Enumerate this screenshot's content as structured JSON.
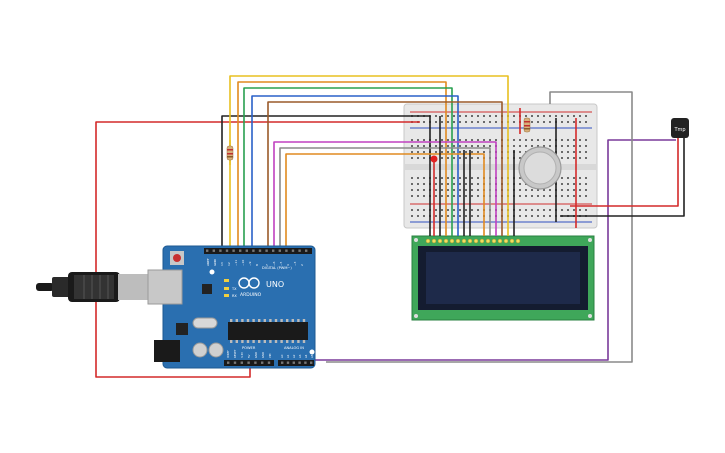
{
  "arduino": {
    "logo_text": "ARDUINO",
    "model": "UNO",
    "digital_label": "DIGITAL (PWM~)",
    "power_label": "POWER",
    "analog_label": "ANALOG IN",
    "aref_label": "AREF",
    "gnd_label": "GND",
    "tx_label": "TX",
    "rx_label": "RX",
    "pin_13": "13",
    "pin_12": "12",
    "pin_11": "~11",
    "pin_10": "~10",
    "pin_9": "~9",
    "pin_8": "8",
    "pin_7": "7",
    "pin_6": "~6",
    "pin_5": "~5",
    "pin_4": "4",
    "pin_3": "~3",
    "pin_2": "2",
    "power_pins": [
      "IOREF",
      "RESET",
      "3.3V",
      "5V",
      "GND",
      "GND",
      "VIN"
    ],
    "analog_pins": [
      "A0",
      "A1",
      "A2",
      "A3",
      "A4",
      "A5"
    ]
  },
  "sensor": {
    "label": "Tmp"
  },
  "colors": {
    "board_blue": "#2a6fb0",
    "breadboard": "#e8e8e8",
    "lcd_green": "#3fa75a",
    "lcd_screen": "#1e2a4a",
    "wire_red": "#d42a2a",
    "wire_black": "#222222",
    "wire_yellow": "#e8c020",
    "wire_orange": "#e08a20",
    "wire_green": "#28a050",
    "wire_teal": "#1aa0a8",
    "wire_blue": "#2a60c8",
    "wire_purple": "#7a3a9a",
    "wire_brown": "#9a5a2a",
    "wire_magenta": "#c040c0",
    "wire_gray": "#8a8a8a"
  }
}
